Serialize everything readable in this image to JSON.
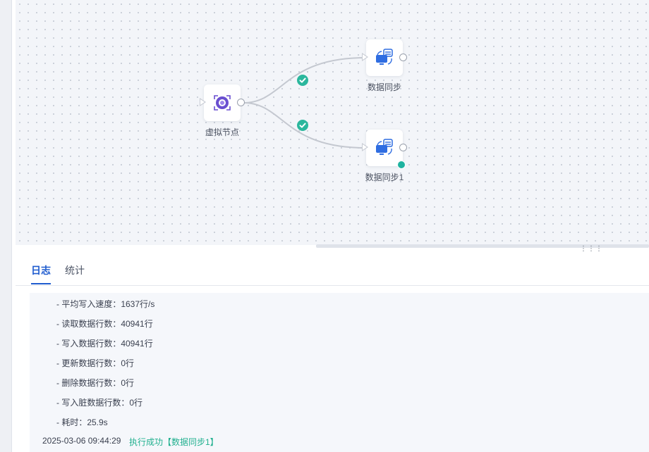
{
  "nodes": {
    "virtual": {
      "label": "虚拟节点",
      "icon": "virtual-node-icon"
    },
    "sync1": {
      "label": "数据同步",
      "icon": "data-sync-icon"
    },
    "sync2": {
      "label": "数据同步1",
      "icon": "data-sync-icon",
      "status": "success"
    }
  },
  "edges": [
    {
      "from": "虚拟节点",
      "to": "数据同步",
      "status": "success"
    },
    {
      "from": "虚拟节点",
      "to": "数据同步1",
      "status": "success"
    }
  ],
  "tabs": [
    {
      "label": "日志",
      "active": true
    },
    {
      "label": "统计",
      "active": false
    }
  ],
  "log": {
    "lines": [
      "- 平均写入速度：1637行/s",
      "- 读取数据行数：40941行",
      "- 写入数据行数：40941行",
      "- 更新数据行数：0行",
      "- 删除数据行数：0行",
      "- 写入脏数据行数：0行",
      "- 耗时：25.9s"
    ],
    "timestamp": "2025-03-06 09:44:29",
    "status_text": "执行成功【数据同步1】"
  },
  "colors": {
    "accent": "#1f5ccf",
    "success": "#2bb79d",
    "virtual_node": "#6a4fd0",
    "sync_blue": "#2f6de1"
  }
}
